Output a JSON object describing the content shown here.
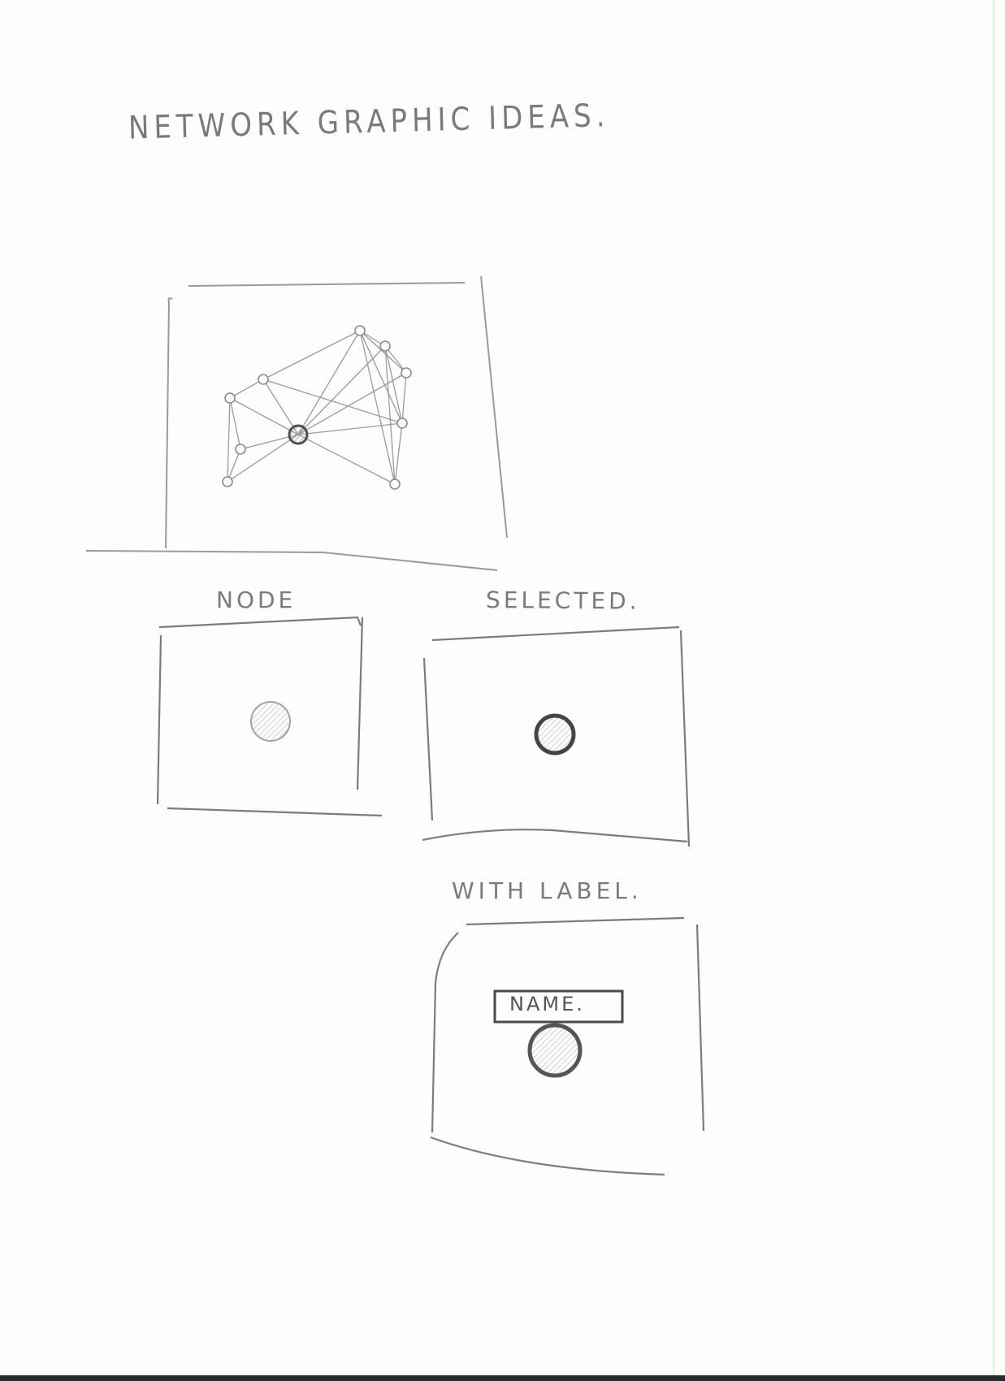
{
  "sketch": {
    "title": "NETWORK GRAPHIC IDEAS.",
    "panels": [
      {
        "id": "network",
        "caption": ""
      },
      {
        "id": "node",
        "caption": "NODE"
      },
      {
        "id": "selected",
        "caption": "SELECTED."
      },
      {
        "id": "with-label",
        "caption": "WITH LABEL.",
        "tag_text": "NAME."
      }
    ]
  },
  "colors": {
    "paper": "#fdfdfb",
    "pencil": "#8a8a8a",
    "pencil_dark": "#555555"
  }
}
